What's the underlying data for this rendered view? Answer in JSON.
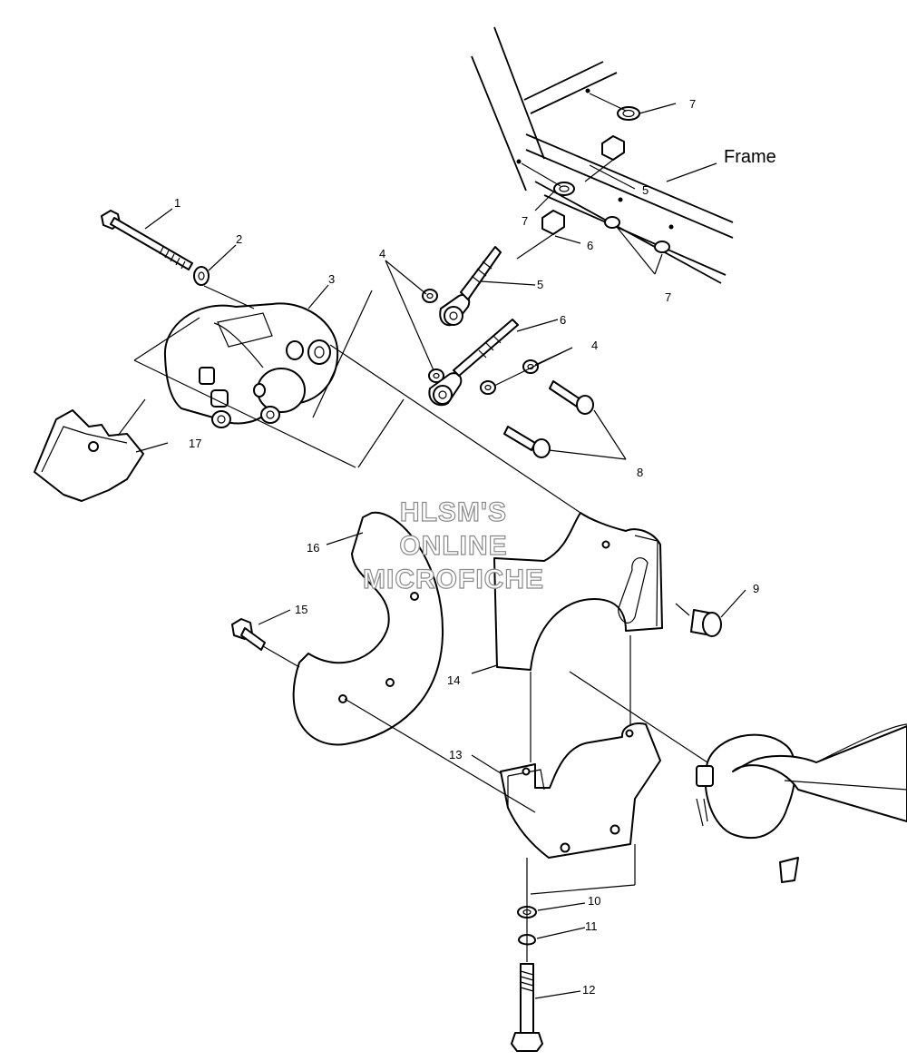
{
  "diagram": {
    "frame_label": "Frame",
    "watermark": [
      "HLSM'S",
      "ONLINE",
      "MICROFICHE"
    ],
    "callouts": [
      {
        "id": "c1",
        "text": "1"
      },
      {
        "id": "c2",
        "text": "2"
      },
      {
        "id": "c3",
        "text": "3"
      },
      {
        "id": "c4a",
        "text": "4"
      },
      {
        "id": "c4b",
        "text": "4"
      },
      {
        "id": "c5a",
        "text": "5"
      },
      {
        "id": "c5b",
        "text": "5"
      },
      {
        "id": "c6a",
        "text": "6"
      },
      {
        "id": "c6b",
        "text": "6"
      },
      {
        "id": "c7a",
        "text": "7"
      },
      {
        "id": "c7b",
        "text": "7"
      },
      {
        "id": "c7c",
        "text": "7"
      },
      {
        "id": "c8",
        "text": "8"
      },
      {
        "id": "c9",
        "text": "9"
      },
      {
        "id": "c10",
        "text": "10"
      },
      {
        "id": "c11",
        "text": "11"
      },
      {
        "id": "c12",
        "text": "12"
      },
      {
        "id": "c13",
        "text": "13"
      },
      {
        "id": "c14",
        "text": "14"
      },
      {
        "id": "c15",
        "text": "15"
      },
      {
        "id": "c16",
        "text": "16"
      },
      {
        "id": "c17",
        "text": "17"
      }
    ]
  }
}
